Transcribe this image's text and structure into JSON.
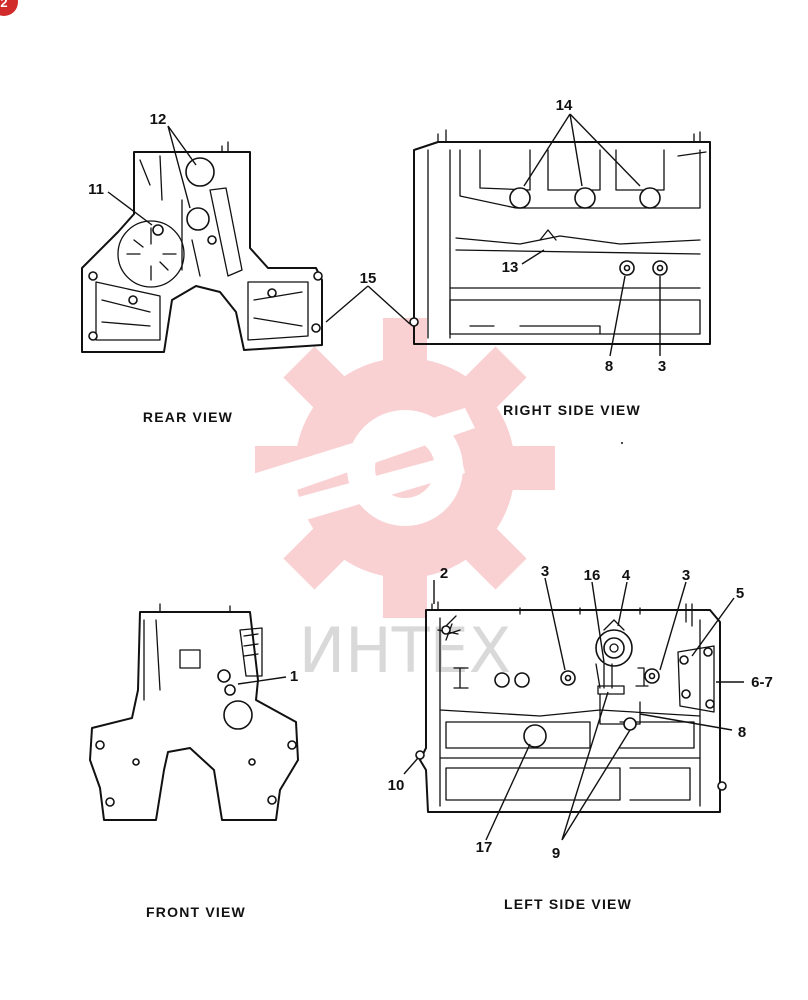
{
  "badge": "2",
  "watermark": {
    "text": "ИНТЕХ",
    "color": "#e8323a"
  },
  "views": {
    "rear": "REAR VIEW",
    "right": "RIGHT SIDE VIEW",
    "front": "FRONT VIEW",
    "left": "LEFT SIDE VIEW"
  },
  "callouts": {
    "rear": [
      "12",
      "11",
      "15"
    ],
    "right": [
      "14",
      "13",
      "8",
      "3"
    ],
    "front": [
      "1"
    ],
    "left": [
      "2",
      "3",
      "16",
      "4",
      "3",
      "5",
      "6-7",
      "8",
      "10",
      "17",
      "9"
    ]
  }
}
